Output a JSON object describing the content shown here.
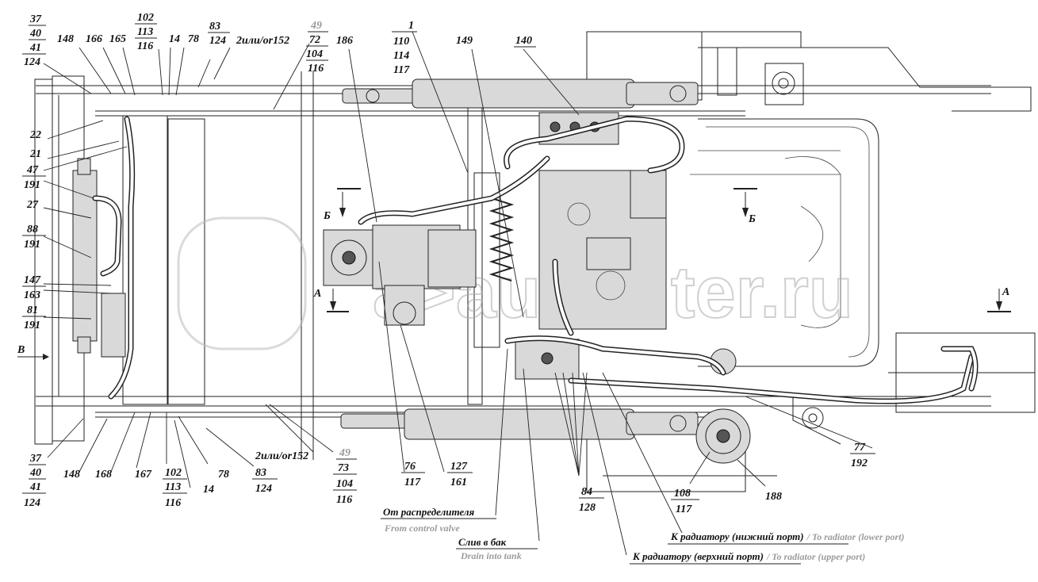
{
  "watermark": "a>autoaiter.ru",
  "section_marks": {
    "A_left": "A",
    "A_right": "A",
    "B_left": "Б",
    "B_right": "Б",
    "view_B": "B"
  },
  "callouts_left": {
    "c1": [
      "37",
      "40",
      "41",
      "124"
    ],
    "c2": "148",
    "c3": "166",
    "c4": "165",
    "c5": [
      "102",
      "113",
      "116"
    ],
    "c6": "14",
    "c7": "78",
    "c8": [
      "83",
      "124"
    ],
    "c9": "2или/or152",
    "c10": [
      "49",
      "72",
      "104",
      "116"
    ],
    "c11": "186",
    "c12": "22",
    "c13": "21",
    "c14": [
      "47",
      "191"
    ],
    "c15": "27",
    "c16": [
      "88",
      "191"
    ],
    "c17": [
      "147",
      "163"
    ],
    "c18": [
      "81",
      "191"
    ]
  },
  "callouts_top": {
    "t1": [
      "1",
      "110",
      "114",
      "117"
    ],
    "t2": "149",
    "t3": "140"
  },
  "callouts_bottom": {
    "b1": [
      "37",
      "40",
      "41",
      "124"
    ],
    "b2": "148",
    "b3": "168",
    "b4": "167",
    "b5": [
      "102",
      "113",
      "116"
    ],
    "b6": "78",
    "b7": "14",
    "b8": [
      "83",
      "124"
    ],
    "b9": "2или/or152",
    "b10": [
      "49",
      "73",
      "104",
      "116"
    ],
    "b11": [
      "76",
      "117"
    ],
    "b12": [
      "127",
      "161"
    ],
    "b13": [
      "84",
      "128"
    ],
    "b14": [
      "108",
      "117"
    ],
    "b15": "188",
    "b16": [
      "77",
      "192"
    ]
  },
  "captions": {
    "from_valve_ru": "От распределителя",
    "from_valve_en": "From control valve",
    "drain_ru": "Слив в бак",
    "drain_en": "Drain into tank",
    "rad_lower_ru": "К радиатору (нижний порт)",
    "rad_lower_en": " / To radiator (lower port)",
    "rad_upper_ru": "К радиатору (верхний порт)",
    "rad_upper_en": " / To radiator (upper port)"
  }
}
